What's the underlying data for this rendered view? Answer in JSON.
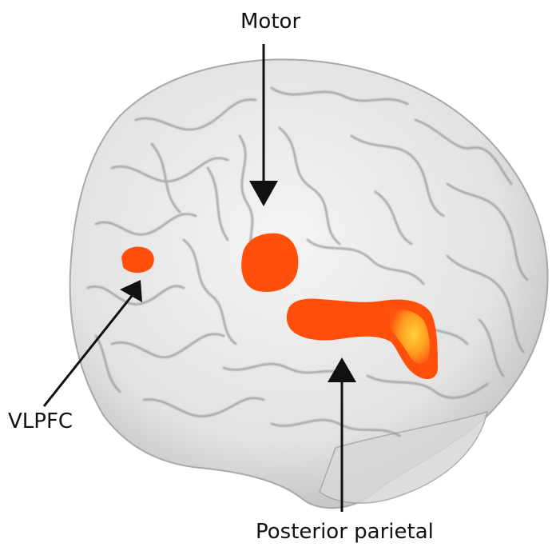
{
  "labels": {
    "motor": "Motor",
    "vlpfc": "VLPFC",
    "posterior_parietal": "Posterior parietal"
  },
  "colors": {
    "background": "#ffffff",
    "brain": "#e6e6e6",
    "sulci": "#9a9a9a",
    "activation": "#ff4f0a",
    "activation_hot": "#ffb021",
    "arrow": "#111111"
  }
}
